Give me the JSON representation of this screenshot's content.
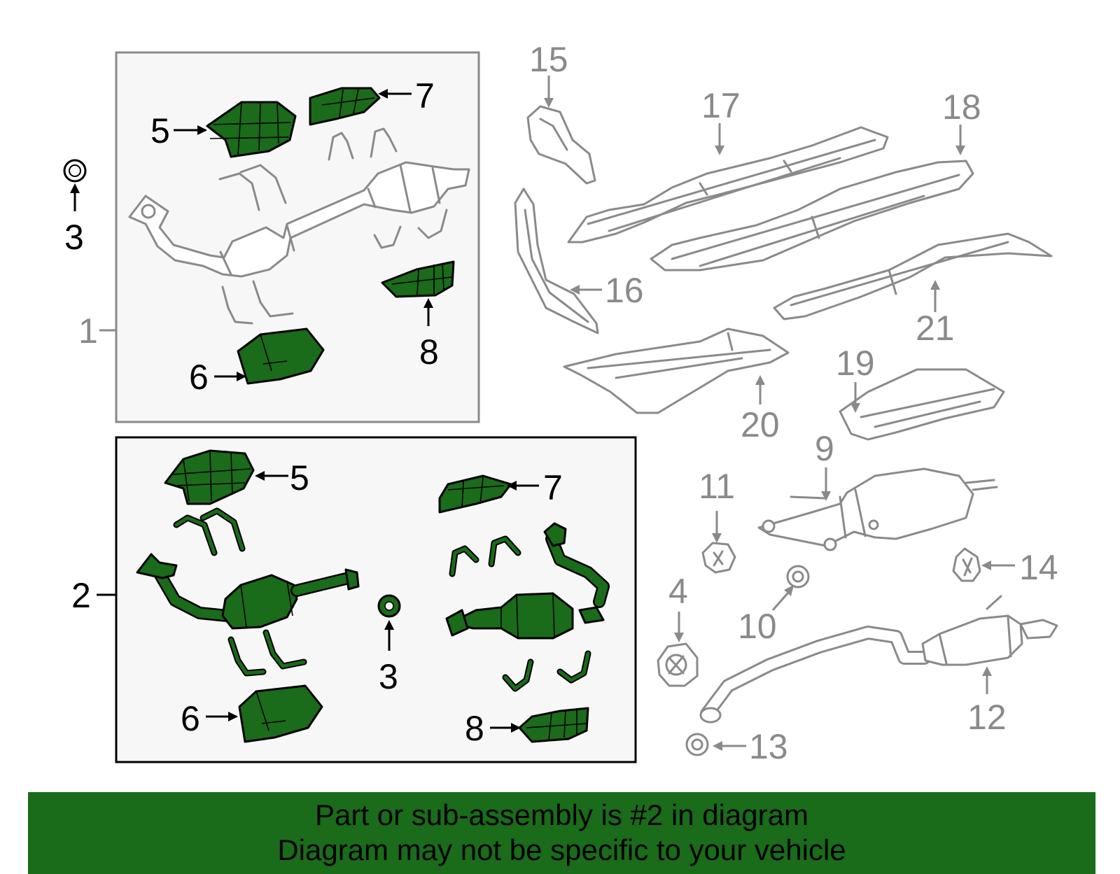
{
  "colors": {
    "highlight": "#1a6b1a",
    "banner": "#1a6b1a",
    "outline": "#8a8a8a",
    "box1_fill": "#f7f7f7",
    "box2_fill": "#f7f7f7"
  },
  "callouts": {
    "c1": "1",
    "c2": "2",
    "c3_top": "3",
    "c3_box2": "3",
    "c4": "4",
    "c5_box1": "5",
    "c5_box2": "5",
    "c6_box1": "6",
    "c6_box2": "6",
    "c7_box1": "7",
    "c7_box2": "7",
    "c8_box1": "8",
    "c8_box2": "8",
    "c9": "9",
    "c10": "10",
    "c11": "11",
    "c12": "12",
    "c13": "13",
    "c14": "14",
    "c15": "15",
    "c16": "16",
    "c17": "17",
    "c18": "18",
    "c19": "19",
    "c20": "20",
    "c21": "21"
  },
  "banner": {
    "line1": "Part or sub-assembly is #2 in diagram",
    "line2": "Diagram may not be specific to your vehicle"
  }
}
